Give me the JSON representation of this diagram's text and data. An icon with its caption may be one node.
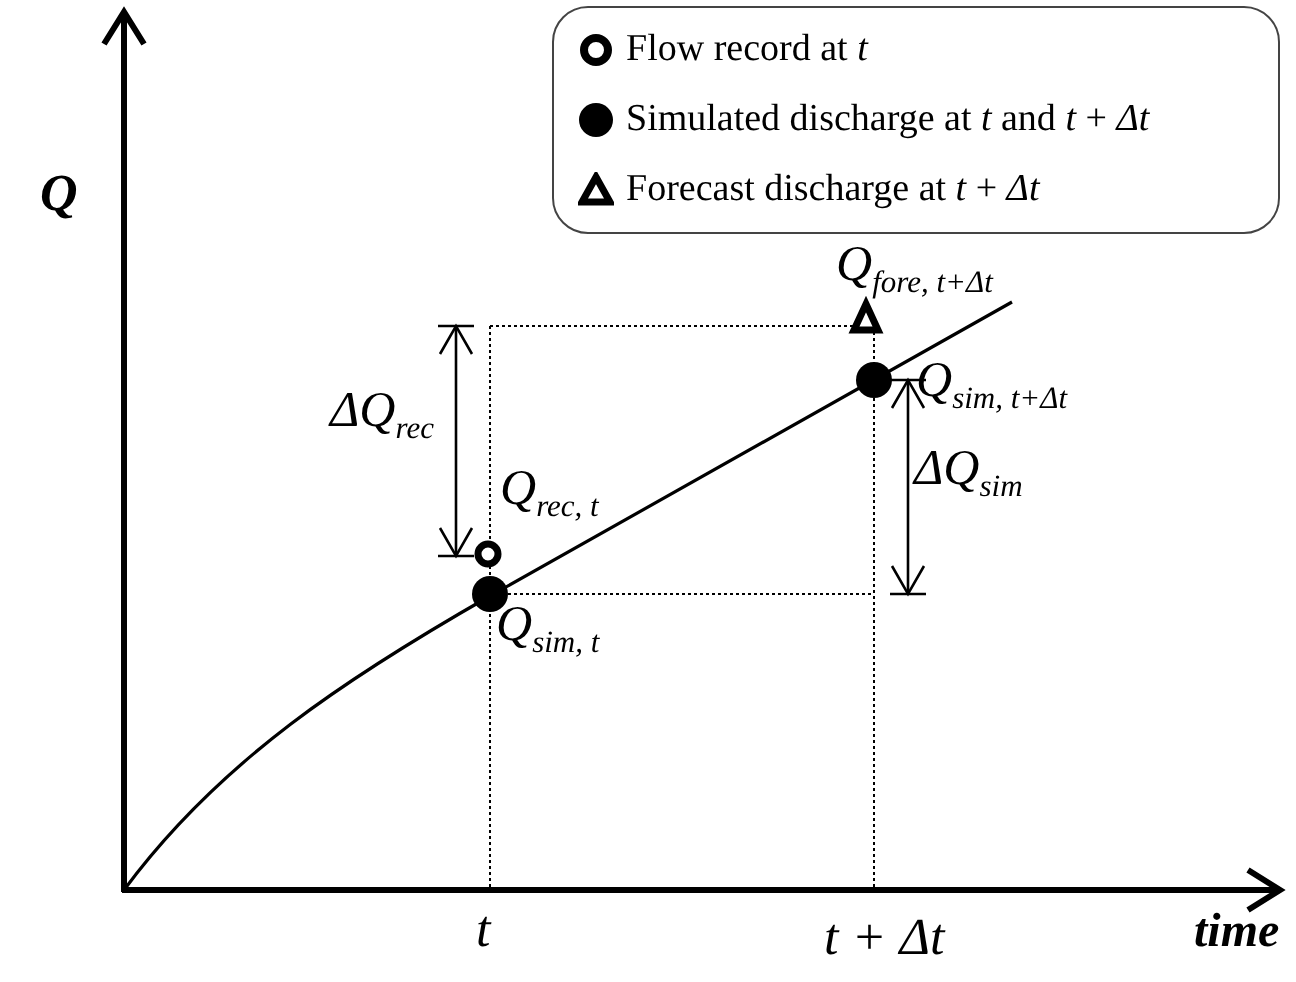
{
  "diagram": {
    "labels": [
      "Q",
      "Q$_{fore, t+Δt}$",
      "ΔQ$_{rec}$",
      "Q$_{sim, t+Δt}$",
      "ΔQ$_{sim}$",
      "Q$_{rec, t}$",
      "Q$_{sim, t}$",
      "t",
      "t + Δt",
      "time"
    ],
    "legend": [
      {
        "text": "Flow record at *t*"
      },
      {
        "text": "Simulated discharge at *t* and *t* + *Δt*"
      },
      {
        "text": "Forecast discharge at *t* + *Δt*"
      }
    ]
  }
}
